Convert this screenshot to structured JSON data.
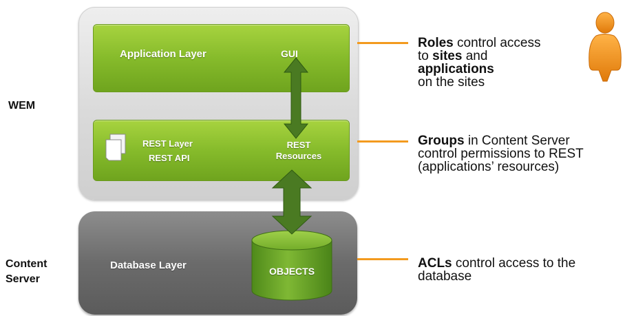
{
  "labels": {
    "wem": "WEM",
    "content_server_line1": "Content",
    "content_server_line2": "Server"
  },
  "layers": {
    "application": {
      "title": "Application Layer",
      "gui": "GUI"
    },
    "rest": {
      "title": "REST Layer",
      "api": "REST API",
      "resources_line1": "REST",
      "resources_line2": "Resources"
    },
    "database": {
      "title": "Database Layer",
      "objects": "OBJECTS"
    }
  },
  "notes": {
    "roles": {
      "bold1": "Roles",
      "text1": " control access",
      "text2": "to ",
      "bold2": "sites",
      "text3": " and",
      "bold3": "applications",
      "text4": "on the sites"
    },
    "groups": {
      "bold1": "Groups",
      "text1": " in Content Server",
      "text2": "control permissions to REST",
      "text3": "(applications’ resources)"
    },
    "acls": {
      "bold1": "ACLs",
      "text1": " control access to the",
      "text2": "database"
    }
  },
  "colors": {
    "connector": "#f39a1e",
    "green_box": "#86bb2b",
    "arrow": "#4a7a22",
    "cylinder": "#6aa424",
    "user_icon": "#f08a12"
  },
  "icons": {
    "user": "user-icon",
    "documents": "documents-icon"
  }
}
